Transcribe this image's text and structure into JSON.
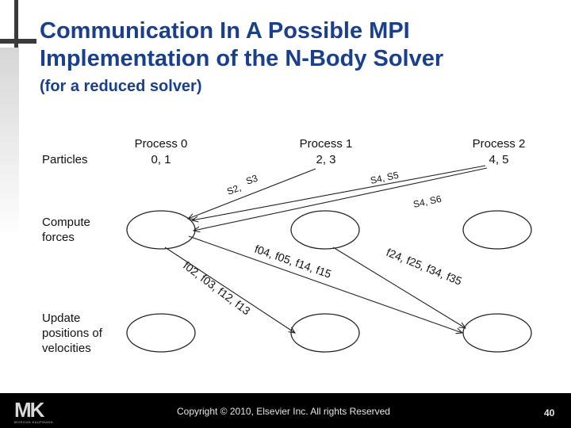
{
  "title": "Communication In A Possible MPI Implementation of the N-Body Solver",
  "subtitle": "(for a reduced solver)",
  "diagram": {
    "row_labels": {
      "particles": "Particles",
      "compute": [
        "Compute",
        "forces"
      ],
      "update": [
        "Update",
        "positions of",
        "velocities"
      ]
    },
    "processes": [
      {
        "name": "Process 0",
        "particles": "0, 1"
      },
      {
        "name": "Process 1",
        "particles": "2, 3"
      },
      {
        "name": "Process 2",
        "particles": "4, 5"
      }
    ],
    "edge_labels": {
      "s3": "S3",
      "s2": "S2,",
      "s4_s5": "S4, S5",
      "s4_s6": "S4, S6",
      "f_mid": "f04, f05, f14, f15",
      "f_right": "f24, f25, f34, f35",
      "f_left": "f02, f03, f12, f13"
    }
  },
  "footer": {
    "logo": "MK",
    "logo_subtext": "MORGAN KAUFMANN",
    "copyright": "Copyright © 2010, Elsevier Inc. All rights Reserved",
    "page_number": "40"
  }
}
